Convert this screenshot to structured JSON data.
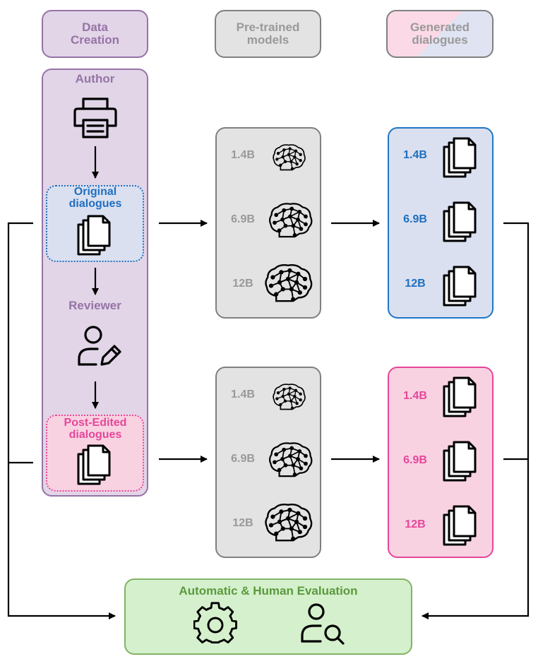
{
  "headers": {
    "data_creation": "Data Creation",
    "pretrained": "Pre-trained models",
    "generated": "Generated dialogues"
  },
  "data_creation": {
    "author": "Author",
    "original": "Original dialogues",
    "reviewer": "Reviewer",
    "post_edited": "Post-Edited dialogues"
  },
  "models": {
    "sizes": [
      "1.4B",
      "6.9B",
      "12B"
    ]
  },
  "evaluation": {
    "title": "Automatic & Human Evaluation"
  },
  "colors": {
    "purple_border": "#9673a6",
    "purple_fill": "#e1d5e7",
    "purple_text": "#9673a6",
    "gray_border": "#808080",
    "gray_fill": "#e3e3e3",
    "gray_text": "#999999",
    "blue_border": "#1f77c6",
    "blue_fill": "#dae0f0",
    "blue_text": "#1f6fbf",
    "pink_border": "#e6469a",
    "pink_fill": "#f9d2e2",
    "pink_text": "#e6469a",
    "green_border": "#82b366",
    "green_fill": "#d5f0cc",
    "green_text": "#5a9a3e"
  }
}
